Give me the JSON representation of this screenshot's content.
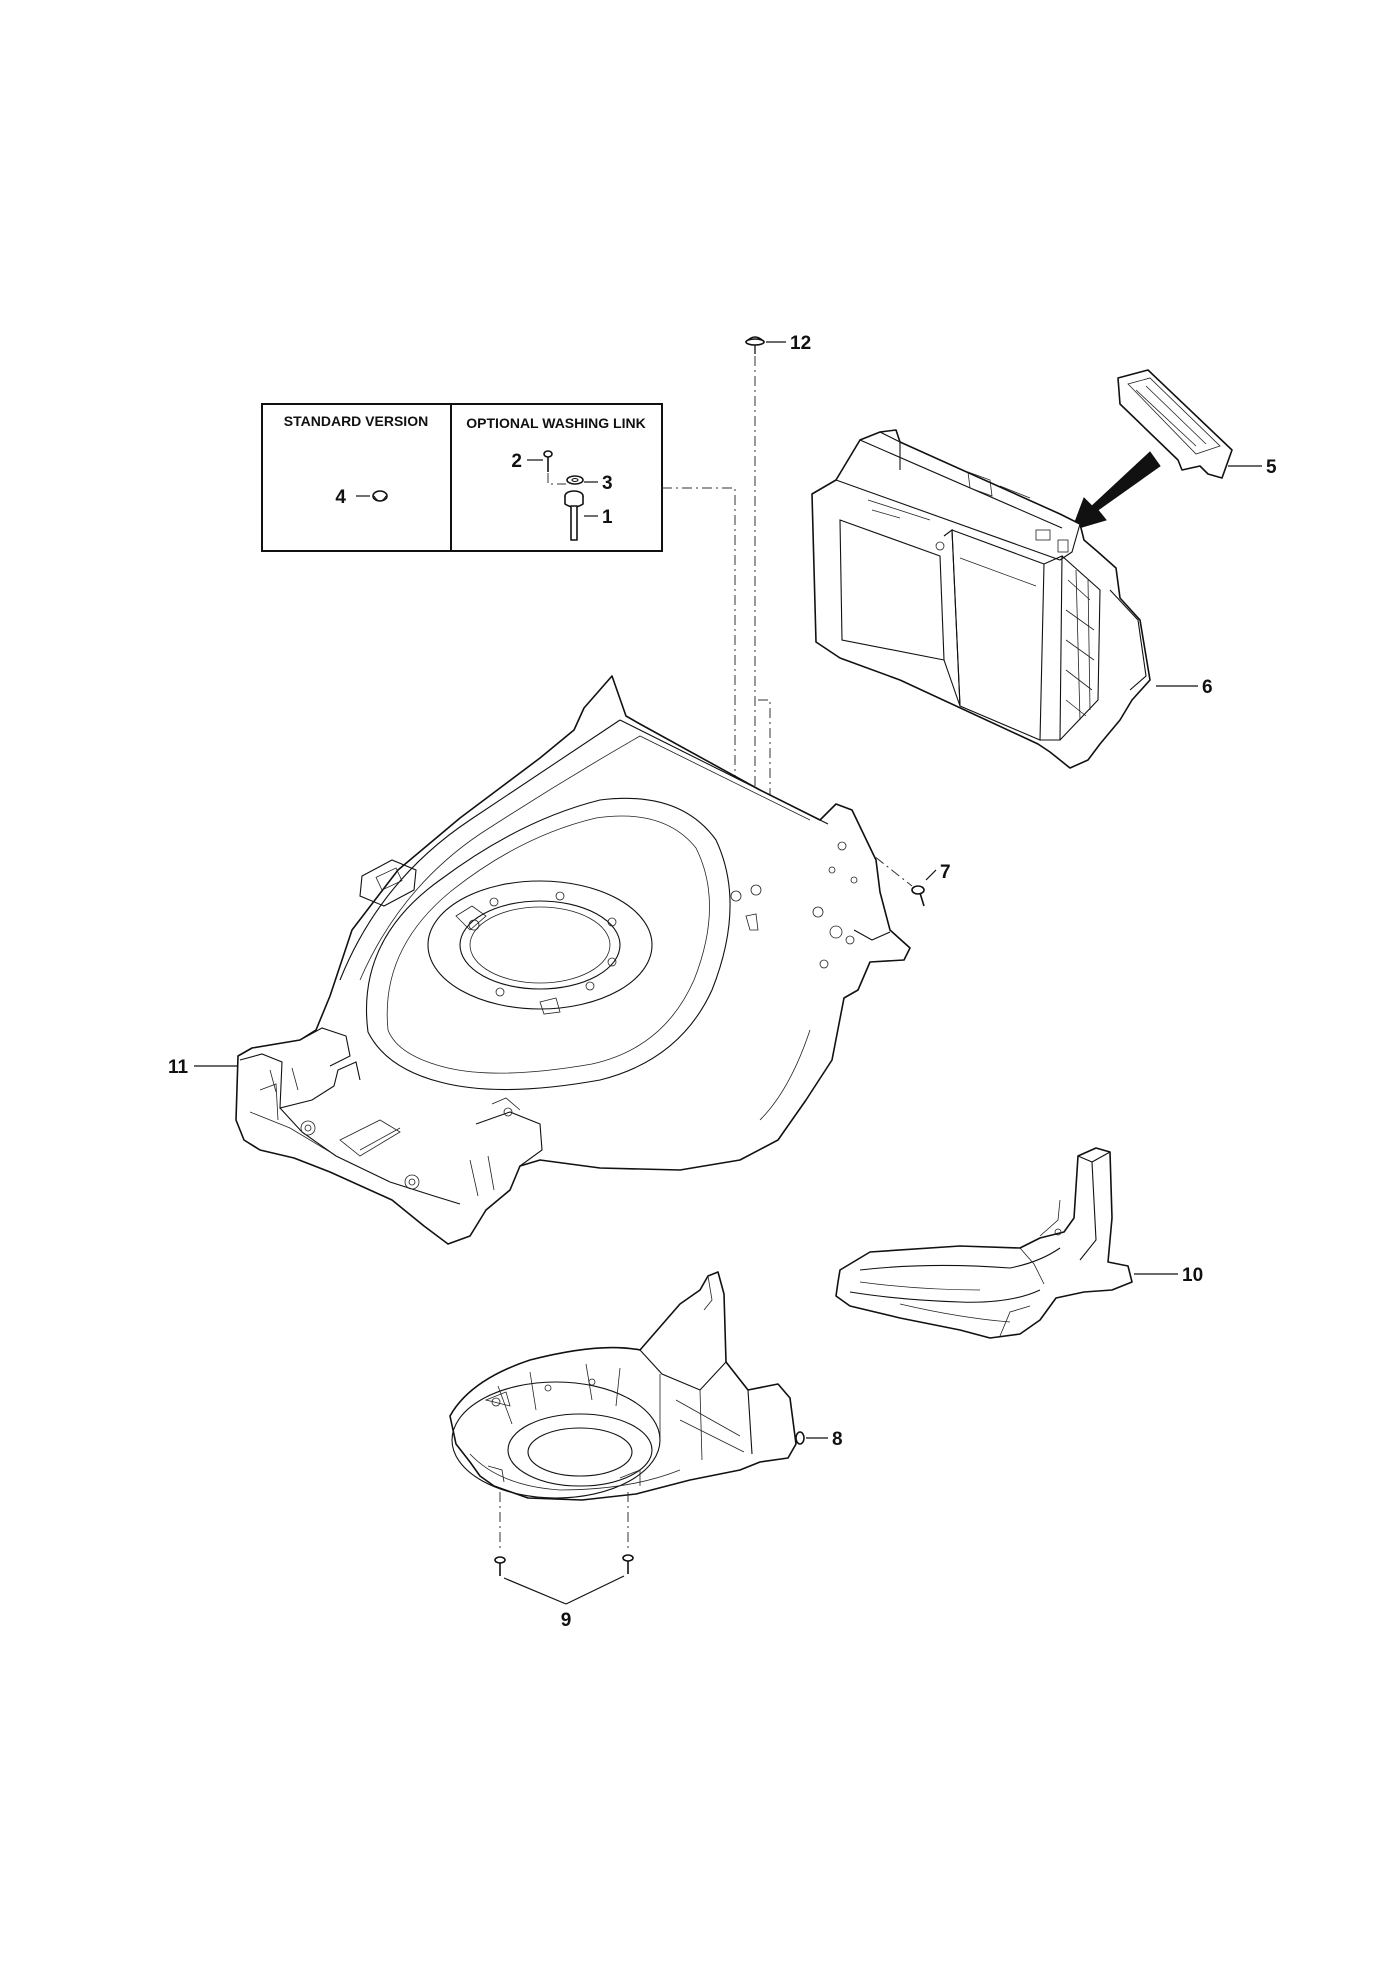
{
  "inset": {
    "standard_version_label": "STANDARD VERSION",
    "optional_washing_link_label": "OPTIONAL WASHING LINK"
  },
  "callouts": {
    "p1": "1",
    "p2": "2",
    "p3": "3",
    "p4": "4",
    "p5": "5",
    "p6": "6",
    "p7": "7",
    "p8": "8",
    "p9": "9",
    "p10": "10",
    "p11": "11",
    "p12": "12"
  }
}
